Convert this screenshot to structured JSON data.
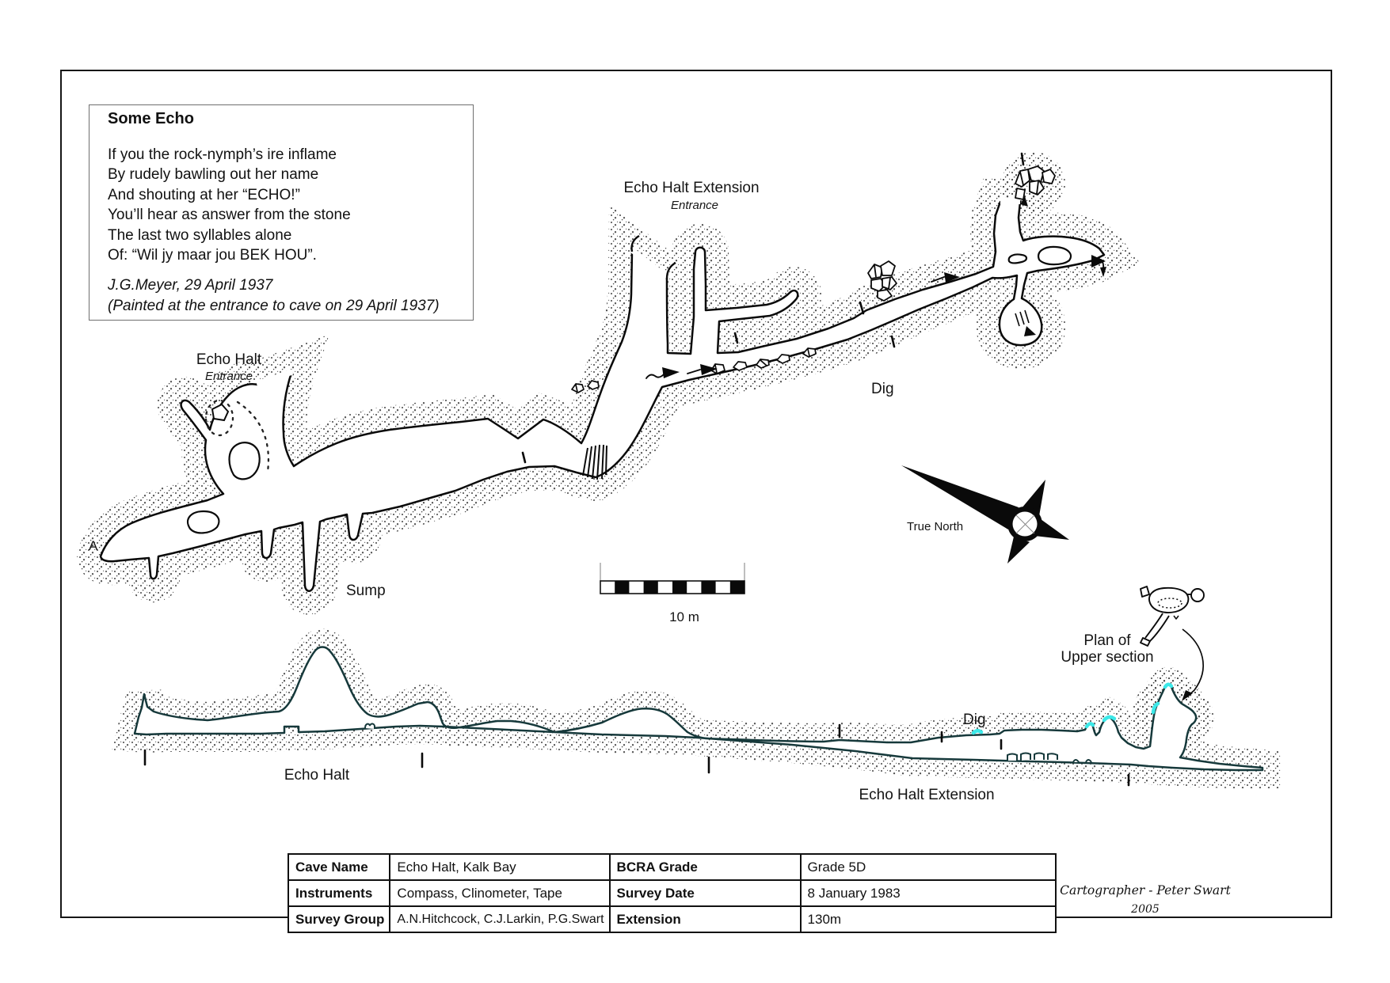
{
  "poem": {
    "title": "Some Echo",
    "lines": [
      "If you the rock-nymph’s ire inflame",
      "By rudely bawling out her name",
      "And shouting at her “ECHO!”",
      "You’ll hear as answer from the stone",
      "The last two syllables alone",
      "Of: “Wil jy maar jou BEK HOU”."
    ],
    "attribution1": "J.G.Meyer, 29 April 1937",
    "attribution2": "(Painted at the entrance to cave on 29 April 1937)"
  },
  "plan": {
    "extension_entrance": {
      "title": "Echo Halt Extension",
      "subtitle": "Entrance"
    },
    "halt_entrance": {
      "title": "Echo Halt",
      "subtitle": "Entrance"
    },
    "dig_label": "Dig",
    "sump_label": "Sump",
    "station_a_label": "A"
  },
  "compass": {
    "label": "True North"
  },
  "scale_bar": {
    "label": "10 m",
    "segments": 10
  },
  "section": {
    "halt_label": "Echo Halt",
    "extension_label": "Echo Halt Extension",
    "dig_label": "Dig",
    "upper_plan_label": {
      "line1": "Plan of",
      "line2": "Upper section"
    },
    "highlight_color": "#3ce8e8",
    "line_color": "#16393b"
  },
  "info_table": {
    "rows": [
      {
        "label1": "Cave Name",
        "value1": "Echo Halt, Kalk Bay",
        "label2": "BCRA Grade",
        "value2": "Grade 5D"
      },
      {
        "label1": "Instruments",
        "value1": "Compass, Clinometer, Tape",
        "label2": "Survey Date",
        "value2": "8 January 1983"
      },
      {
        "label1": "Survey Group",
        "value1": "A.N.Hitchcock, C.J.Larkin, P.G.Swart",
        "label2": "Extension",
        "value2": "130m"
      }
    ]
  },
  "credit": {
    "name": "Cartographer - Peter Swart",
    "year": "2005"
  }
}
